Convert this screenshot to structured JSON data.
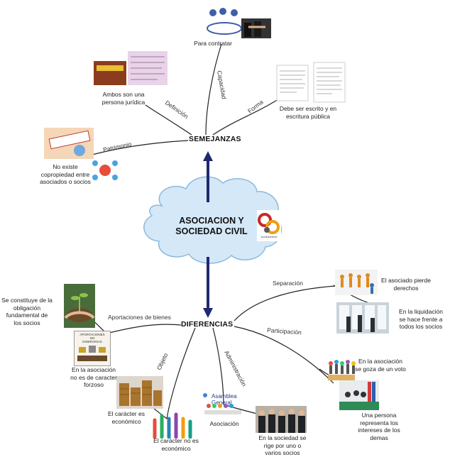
{
  "center": {
    "title": "ASOCIACION Y\nSOCIEDAD CIVIL",
    "logo_text": "sociedadcivil"
  },
  "semejanzas": {
    "title": "SEMEJANZAS",
    "branches": [
      {
        "edge_label": "Capacidad",
        "text": "Para contratar",
        "image": "handshake-people"
      },
      {
        "edge_label": "Forma",
        "text": "Debe ser escrito y en\nescritura pública",
        "image": "legal-documents"
      },
      {
        "edge_label": "Definición",
        "text": "Ambos son una\npersona jurídica",
        "image": "legal-person-slides"
      },
      {
        "edge_label": "Patrimonio",
        "text": "No existe\ncopropiedad entre\nasociados  o socios",
        "image": "money-people"
      }
    ]
  },
  "diferencias": {
    "title": "DIFERENCIAS",
    "branches": [
      {
        "edge_label": "Separación",
        "text": "El asociado pierde\nderechos",
        "image": "orange-people"
      },
      {
        "edge_label": "",
        "text": "En la liquidación\nse hace frente a\ntodos los socios",
        "image": "business-meeting"
      },
      {
        "edge_label": "Participación",
        "text": "En la asociación\nse goza de un voto",
        "image": "voting-people"
      },
      {
        "edge_label": "",
        "text": "Una persona\nrepresenta los\nintereses de los\ndemas",
        "image": "flags-meeting"
      },
      {
        "edge_label": "Administración",
        "text": "En la sociedad se\nrige por uno o\nvarios socios",
        "image": "business-group"
      },
      {
        "edge_label": "",
        "text": "Asociación",
        "image": "asamblea-general",
        "image_text": "Asamblea General"
      },
      {
        "edge_label": "Objeto",
        "text": "El carácter no es\neconómico",
        "image": "colored-hands"
      },
      {
        "edge_label": "",
        "text": "El carácter  es\neconómico",
        "image": "coins-stack"
      },
      {
        "edge_label": "Aportaciones de bienes",
        "text": "En la asociación\nno es de caracter\nforzoso",
        "image": "aportaciones-board",
        "image_text": "APORTACIONES\nNO\nDINERARIAS"
      },
      {
        "edge_label": "",
        "text": "Se constituye de la\nobligación\nfundamental de\nlos socios",
        "image": "hands-plant"
      }
    ]
  },
  "colors": {
    "arrow": "#1f2a6e",
    "cloud_fill": "#d4e8f8",
    "cloud_stroke": "#8db9dc",
    "branch": "#222222"
  }
}
